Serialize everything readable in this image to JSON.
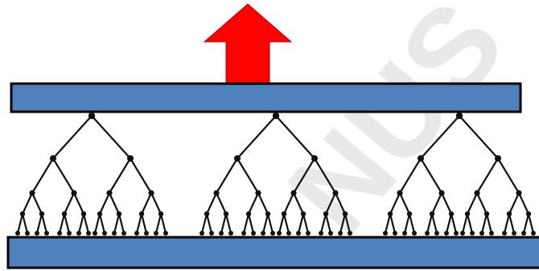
{
  "diagram": {
    "colors": {
      "plate_fill": "#4F81BD",
      "plate_stroke": "#000000",
      "arrow": "#FF0000",
      "branch": "#111111",
      "watermark": "#CFCFCF"
    },
    "arrow": {
      "direction": "up",
      "icon": "arrow-up-icon"
    },
    "plates": [
      "top-plate",
      "bottom-plate"
    ],
    "trees": {
      "count": 3,
      "levels": 5,
      "branching": "binary",
      "orientation": "root-at-top"
    }
  },
  "watermark": {
    "text": "NUS"
  }
}
